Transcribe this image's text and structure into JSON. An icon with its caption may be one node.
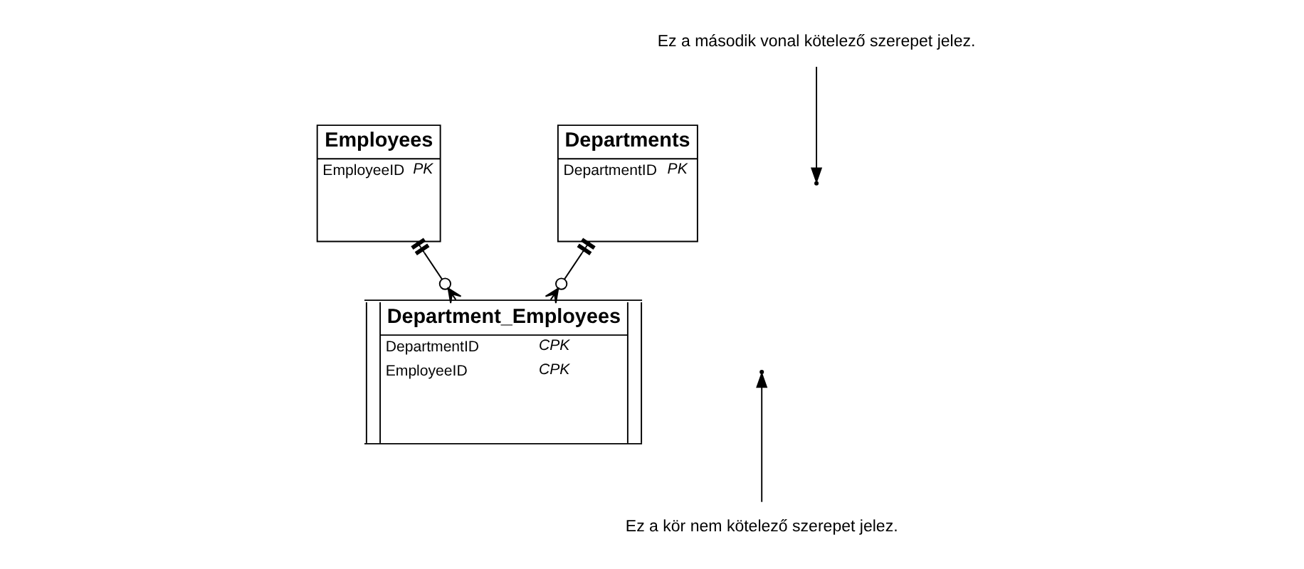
{
  "diagram": {
    "nodes": [
      {
        "text": [
          "Employees",
          "EmployeeID",
          "PK"
        ]
      },
      {
        "text": [
          "Departments",
          "DepartmentID",
          "PK"
        ]
      },
      {
        "text": [
          "Department_Employees",
          "DepartmentID",
          "CPK",
          "EmployeeID",
          "CPK"
        ]
      },
      {
        "text": [
          "Ez a második vonal kötelező szerepet jelez."
        ]
      },
      {
        "text": [
          "Ez a kör nem kötelező szerepet jelez."
        ]
      }
    ],
    "edges": [
      {
        "from": 0,
        "to": 2,
        "arrow": "other"
      },
      {
        "from": 1,
        "to": 2,
        "arrow": "other"
      },
      {
        "from": 3,
        "to": null,
        "arrow": "to"
      },
      {
        "from": 4,
        "to": null,
        "arrow": "to"
      }
    ]
  }
}
